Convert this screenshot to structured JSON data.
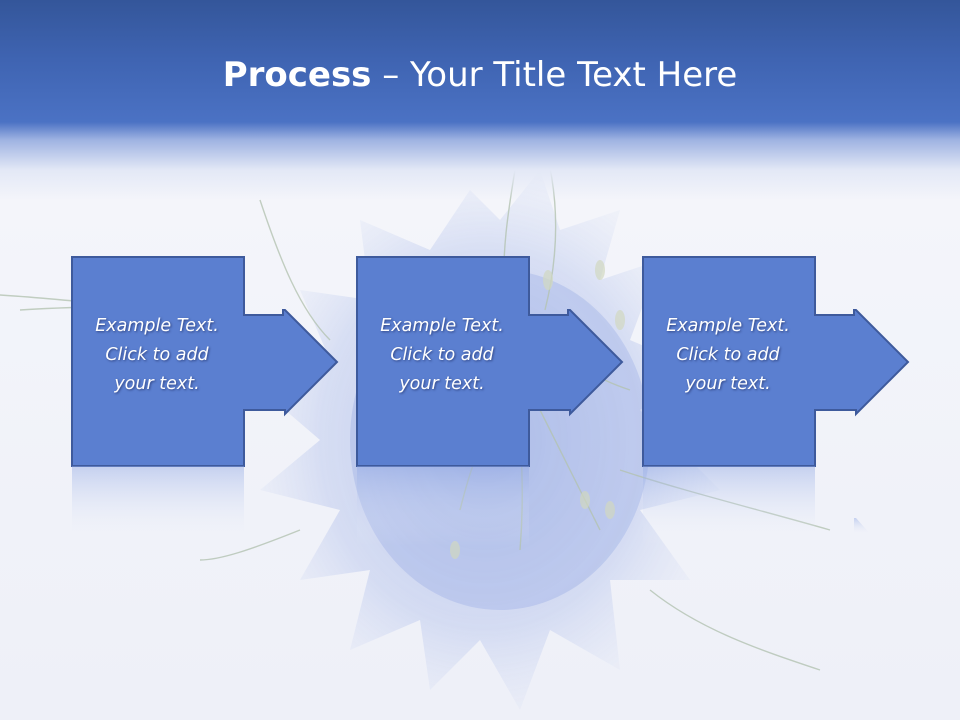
{
  "slide": {
    "title_bold": "Process",
    "title_rest": " – Your Title Text Here"
  },
  "steps": [
    {
      "line1": "Example Text.",
      "line2": "Click  to add",
      "line3": "your text."
    },
    {
      "line1": "Example Text.",
      "line2": "Click  to add",
      "line3": "your text."
    },
    {
      "line1": "Example Text.",
      "line2": "Click  to add",
      "line3": "your text."
    }
  ],
  "colors": {
    "header": "#4468b6",
    "box_fill": "#5b7fd0",
    "box_stroke": "#3e5a9c",
    "flower": "#7e98df"
  },
  "icons": [
    "nigella-flower-image",
    "arrow-right-icon"
  ]
}
